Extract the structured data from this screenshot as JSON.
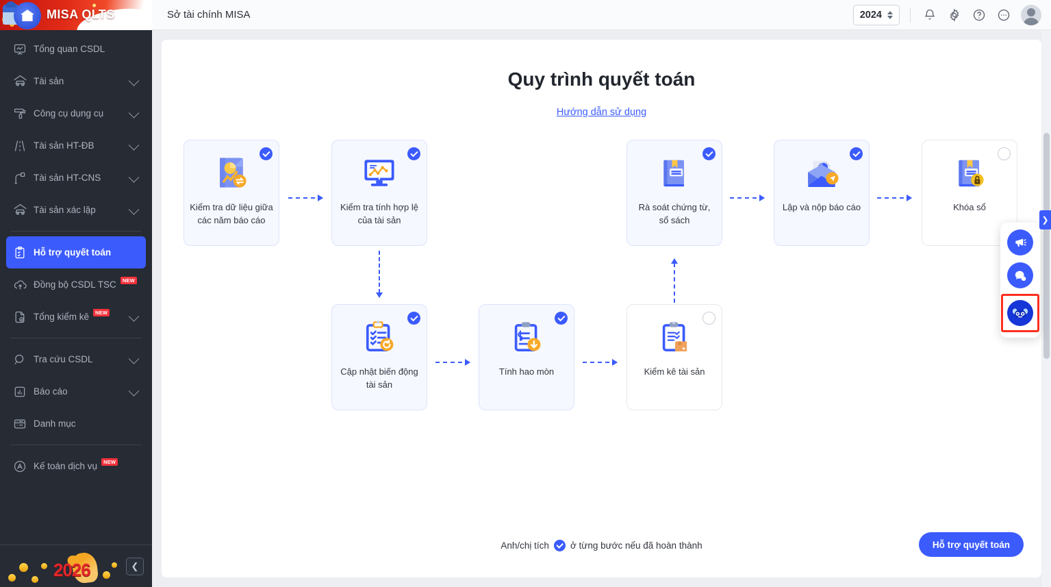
{
  "sidebar": {
    "logo_text": "MISA QLTS",
    "year_art": "2026",
    "collapse_icon": "chevron-left-icon",
    "items": [
      {
        "label": "Tổng quan CSDL",
        "icon": "dashboard-icon",
        "expandable": false,
        "active": false,
        "badge": ""
      },
      {
        "label": "Tài sản",
        "icon": "car-garage-icon",
        "expandable": true,
        "active": false,
        "badge": ""
      },
      {
        "label": "Công cụ dụng cụ",
        "icon": "paint-roller-icon",
        "expandable": true,
        "active": false,
        "badge": ""
      },
      {
        "label": "Tài sản HT-ĐB",
        "icon": "road-icon",
        "expandable": true,
        "active": false,
        "badge": ""
      },
      {
        "label": "Tài sản HT-CNS",
        "icon": "pipe-icon",
        "expandable": true,
        "active": false,
        "badge": ""
      },
      {
        "label": "Tài sản xác lập",
        "icon": "car-garage-icon",
        "expandable": true,
        "active": false,
        "badge": ""
      },
      {
        "label": "Hỗ trợ quyết toán",
        "icon": "clipboard-check-icon",
        "expandable": false,
        "active": true,
        "badge": ""
      },
      {
        "label": "Đồng bộ CSDL TSC",
        "icon": "cloud-upload-icon",
        "expandable": false,
        "active": false,
        "badge": "NEW"
      },
      {
        "label": "Tổng kiểm kê",
        "icon": "document-check-icon",
        "expandable": true,
        "active": false,
        "badge": "NEW"
      },
      {
        "label": "Tra cứu CSDL",
        "icon": "search-icon",
        "expandable": true,
        "active": false,
        "badge": ""
      },
      {
        "label": "Báo cáo",
        "icon": "bar-chart-icon",
        "expandable": true,
        "active": false,
        "badge": ""
      },
      {
        "label": "Danh mục",
        "icon": "list-icon",
        "expandable": false,
        "active": false,
        "badge": ""
      },
      {
        "label": "Kế toán dịch vụ",
        "icon": "amis-icon",
        "expandable": false,
        "active": false,
        "badge": "NEW"
      }
    ]
  },
  "topbar": {
    "title": "Sở tài chính MISA",
    "year": "2024",
    "icons": [
      {
        "name": "bell-icon"
      },
      {
        "name": "gear-icon"
      },
      {
        "name": "help-icon"
      },
      {
        "name": "more-icon"
      }
    ],
    "avatar": "user-avatar"
  },
  "page": {
    "title": "Quy trình quyết toán",
    "guide_link": "Hướng dẫn sử dụng",
    "legend_prefix": "Anh/chị tích",
    "legend_suffix": "ở từng bước nếu đã hoàn thành",
    "cta_label": "Hỗ trợ quyết toán"
  },
  "flow": {
    "steps": [
      {
        "id": "step1",
        "label": "Kiểm tra dữ liệu giữa các năm báo cáo",
        "icon": "notebook-chart-sync-icon",
        "completed": true
      },
      {
        "id": "step2",
        "label": "Kiểm tra tính hợp lệ của tài sản",
        "icon": "monitor-chart-icon",
        "completed": true
      },
      {
        "id": "step3",
        "label": "Cập nhật biến động tài sản",
        "icon": "clipboard-refresh-icon",
        "completed": true
      },
      {
        "id": "step4",
        "label": "Tính hao mòn",
        "icon": "clipboard-money-down-icon",
        "completed": true
      },
      {
        "id": "step5",
        "label": "Kiểm kê tài sản",
        "icon": "clipboard-box-icon",
        "completed": false
      },
      {
        "id": "step6",
        "label": "Rà soát chứng từ, sổ sách",
        "icon": "book-bookmark-icon",
        "completed": true
      },
      {
        "id": "step7",
        "label": "Lập và nộp báo cáo",
        "icon": "envelope-chart-send-icon",
        "completed": true
      },
      {
        "id": "step8",
        "label": "Khóa sổ",
        "icon": "book-lock-icon",
        "completed": false
      }
    ]
  },
  "rail": {
    "toggle_icon": "chevron-right-icon",
    "buttons": [
      {
        "name": "announcement-icon"
      },
      {
        "name": "chat-icon"
      },
      {
        "name": "chatbot-icon",
        "highlighted": true
      }
    ]
  },
  "colors": {
    "accent": "#3b5bfd",
    "sidebar_bg": "#262b34",
    "badge_new": "#f4323c",
    "highlight_border": "#ff2e1f"
  }
}
